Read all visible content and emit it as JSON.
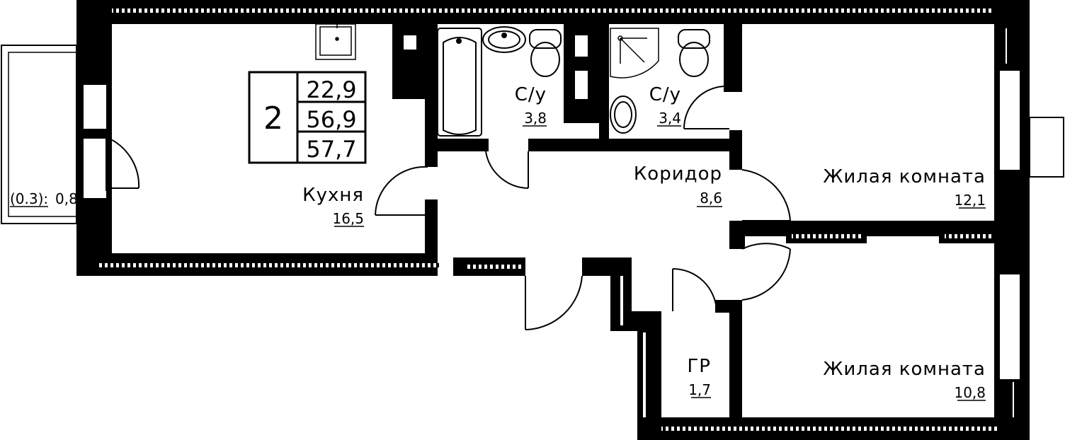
{
  "colors": {
    "wall": "#000000",
    "background": "#ffffff"
  },
  "summary": {
    "rooms": "2",
    "living_area": "22,9",
    "total_area": "56,9",
    "total_with_balcony": "57,7"
  },
  "balcony": {
    "coefficient": "(0.3):",
    "area": "0,8"
  },
  "rooms": {
    "kitchen": {
      "name": "Кухня",
      "area": "16,5"
    },
    "bath1": {
      "name": "С/у",
      "area": "3,8"
    },
    "bath2": {
      "name": "С/у",
      "area": "3,4"
    },
    "corridor": {
      "name": "Коридор",
      "area": "8,6"
    },
    "living1": {
      "name": "Жилая комната",
      "area": "12,1"
    },
    "living2": {
      "name": "Жилая комната",
      "area": "10,8"
    },
    "storage": {
      "name": "ГР",
      "area": "1,7"
    }
  },
  "fixtures": [
    "sink-icon",
    "bathtub-icon",
    "washbasin-icon",
    "toilet-icon",
    "shower-icon",
    "toilet-icon",
    "washbasin-icon"
  ]
}
